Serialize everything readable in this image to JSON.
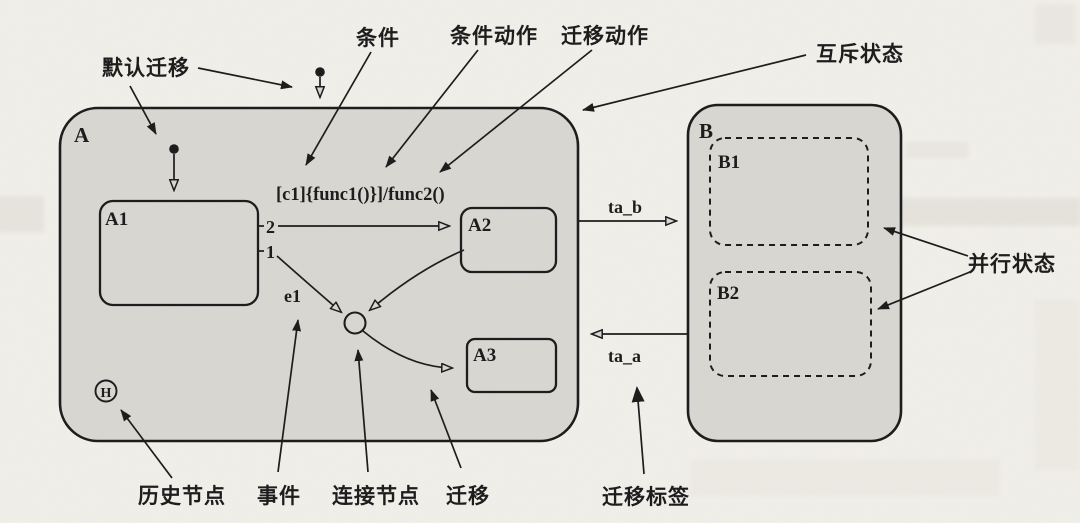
{
  "colors": {
    "paper": "#f1efe9",
    "state_fill": "#d9d7d2",
    "ink": "#1b1b1b"
  },
  "states": {
    "A": "A",
    "A1": "A1",
    "A2": "A2",
    "A3": "A3",
    "B": "B",
    "B1": "B1",
    "B2": "B2"
  },
  "nodes": {
    "history": "H"
  },
  "transitions": {
    "expression": "[c1]{func1()}]/func2()",
    "t2": "2",
    "t1": "1",
    "event": "e1",
    "ta_b": "ta_b",
    "ta_a": "ta_a"
  },
  "annotations": {
    "default_transition": "默认迁移",
    "condition": "条件",
    "condition_action": "条件动作",
    "transition_action": "迁移动作",
    "exclusive_state": "互斥状态",
    "parallel_state": "并行状态",
    "history_node": "历史节点",
    "event": "事件",
    "junction": "连接节点",
    "transition": "迁移",
    "transition_label": "迁移标签"
  }
}
